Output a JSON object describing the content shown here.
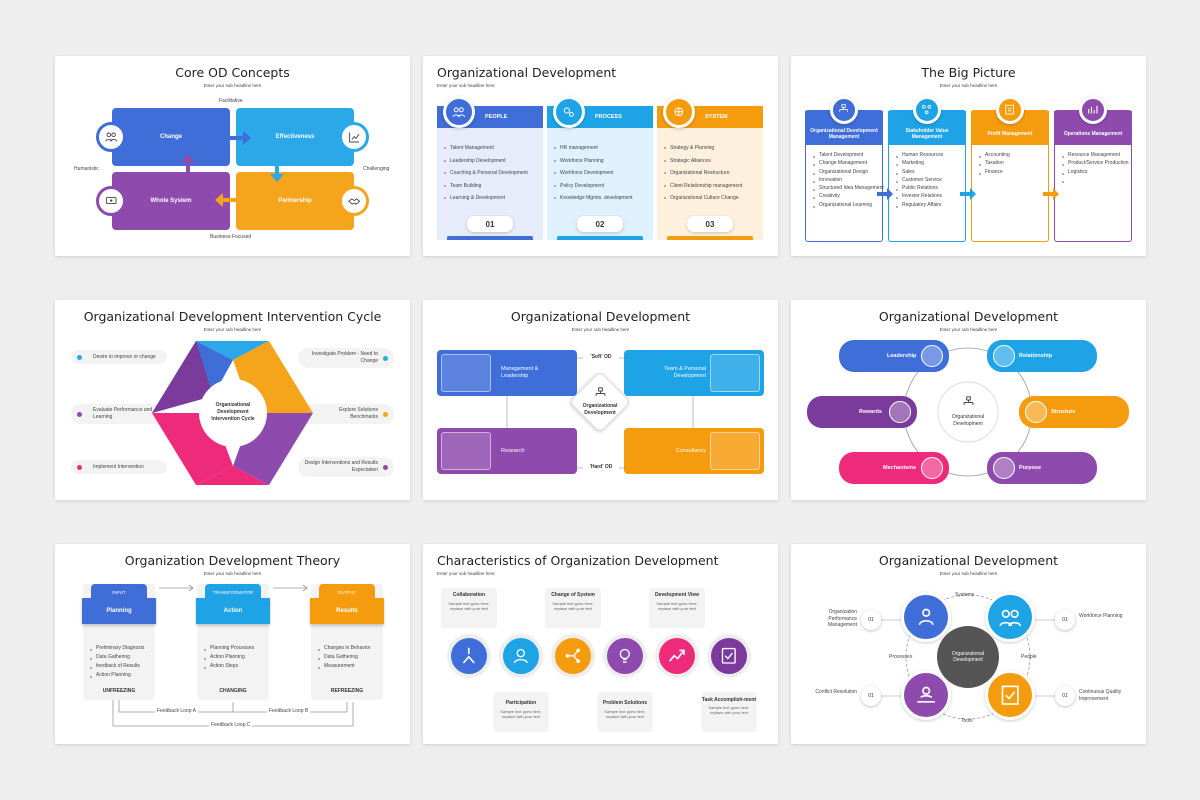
{
  "sub": "Enter your sub headline here",
  "s1": {
    "title": "Core OD Concepts",
    "top": "Facilitative",
    "bottom": "Business-Focused",
    "left": "Humanistic",
    "right": "Challenging",
    "q": [
      "Change",
      "Effectiveness",
      "Whole System",
      "Partnership"
    ],
    "colors": [
      "#3f6ed8",
      "#2aa8e8",
      "#8e4aad",
      "#f4a51c"
    ]
  },
  "s2": {
    "title": "Organizational Development",
    "cols": [
      {
        "head": "PEOPLE",
        "color": "#3f6ed8",
        "bg": "#e6ecf9",
        "num": "01",
        "items": [
          "Talent Management",
          "Leadership Development",
          "Coaching & Personal Development",
          "Team Building",
          "Learning & Development"
        ]
      },
      {
        "head": "PROCESS",
        "color": "#1ea3e6",
        "bg": "#dff1fc",
        "num": "02",
        "items": [
          "HR management",
          "Workforce Planning",
          "Workforce Development",
          "Policy Development",
          "Knowledge Mgmts. development"
        ]
      },
      {
        "head": "SYSTEM",
        "color": "#f59c0e",
        "bg": "#fdf1de",
        "num": "03",
        "items": [
          "Strategy & Planning",
          "Strategic Alliances",
          "Organizational Restructure",
          "Client Relationship management",
          "Organizational Culture Change"
        ]
      }
    ]
  },
  "s3": {
    "title": "The Big Picture",
    "cols": [
      {
        "head": "Organizational Development Management",
        "color": "#3f6ed8",
        "items": [
          "Talent Development",
          "Change Management",
          "Organizational Design",
          "Innovation",
          "Structured Idea Management",
          "Creativity",
          "Organizational Learning"
        ]
      },
      {
        "head": "Stakeholder Value Management",
        "color": "#1ea3e6",
        "items": [
          "Human Resources",
          "Marketing",
          "Sales",
          "Customer Service",
          "Public Relations",
          "Investor Relations",
          "Regulatory Affairs"
        ]
      },
      {
        "head": "Profit Management",
        "color": "#f59c0e",
        "items": [
          "Accounting",
          "Taxation",
          "Finance"
        ]
      },
      {
        "head": "Operations Management",
        "color": "#8e4aad",
        "items": [
          "Resource Management",
          "Product/Service Production",
          "Logistics"
        ]
      }
    ]
  },
  "s4": {
    "title": "Organizational Development Intervention Cycle",
    "center": "Organizational Development Intervention Cycle",
    "labels": [
      "Desire to improve or change",
      "Evaluate Performance and Learning",
      "Implement Intervention",
      "Investigate Problem - Need to Change",
      "Explore Solutions Benchmarks",
      "Design Interventions and Results Expectation"
    ],
    "colors": [
      "#2aa8e8",
      "#8e4aad",
      "#ee2a7b",
      "#3f6ed8",
      "#f4a51c",
      "#8e4aad"
    ]
  },
  "s5": {
    "title": "Organizational Development",
    "center": "Organizational Development",
    "soft": "'Soft' OD",
    "hard": "'Hard' OD",
    "boxes": [
      "Management & Leadership",
      "Team & Personal Development",
      "Research",
      "Consultancy"
    ],
    "colors": [
      "#3f6ed8",
      "#1ea3e6",
      "#8e4aad",
      "#f59c0e"
    ]
  },
  "s6": {
    "title": "Organizational Development",
    "center": "Organizational Development",
    "pills": [
      "Leadership",
      "Relationship",
      "Rewards",
      "Structure",
      "Mechanisms",
      "Purpose"
    ],
    "colors": [
      "#3f6ed8",
      "#1ea3e6",
      "#7b3b9c",
      "#f59c0e",
      "#ee2a7b",
      "#8e4aad"
    ]
  },
  "s7": {
    "title": "Organization Development Theory",
    "cols": [
      {
        "tag": "INPUT",
        "head": "Planning",
        "foot": "UNFREEZING",
        "color": "#3f6ed8",
        "items": [
          "Preliminary Diagnosis",
          "Data Gathering",
          "feedback of Results",
          "Action Planning"
        ]
      },
      {
        "tag": "TRANSFORMATOR",
        "head": "Action",
        "foot": "CHANGING",
        "color": "#1ea3e6",
        "items": [
          "Planning Processes",
          "Action Planning",
          "Action Steps"
        ]
      },
      {
        "tag": "OUTPUT",
        "head": "Results",
        "foot": "REFREEZING",
        "color": "#f59c0e",
        "items": [
          "Changes in Behavior",
          "Data Gathering",
          "Measurement"
        ]
      }
    ],
    "loops": [
      "Feedback Loop A",
      "Feedback Loop B",
      "Feedback Loop C"
    ]
  },
  "s8": {
    "title": "Characteristics of Organization Development",
    "top": [
      "Collaboration",
      "Change of System",
      "Development View"
    ],
    "bottom": [
      "Participation",
      "Problem Solutions",
      "Task Accomplish-ment"
    ],
    "sample": "Sample text goes here, replace with your text",
    "colors": [
      "#3f6ed8",
      "#1ea3e6",
      "#f59c0e",
      "#8e4aad",
      "#ee2a7b",
      "#7b3b9c"
    ]
  },
  "s9": {
    "title": "Organizational Development",
    "center": "Organizational Development",
    "ring": [
      "Systems",
      "People",
      "Tools",
      "Processes"
    ],
    "side": [
      {
        "num": "01",
        "text": "Organization Performance Management"
      },
      {
        "num": "01",
        "text": "Workforce Planning"
      },
      {
        "num": "01",
        "text": "Conflict Resolution"
      },
      {
        "num": "01",
        "text": "Continuous Quality Improvement"
      }
    ],
    "colors": [
      "#3f6ed8",
      "#1ea3e6",
      "#8e4aad",
      "#f59c0e"
    ]
  }
}
